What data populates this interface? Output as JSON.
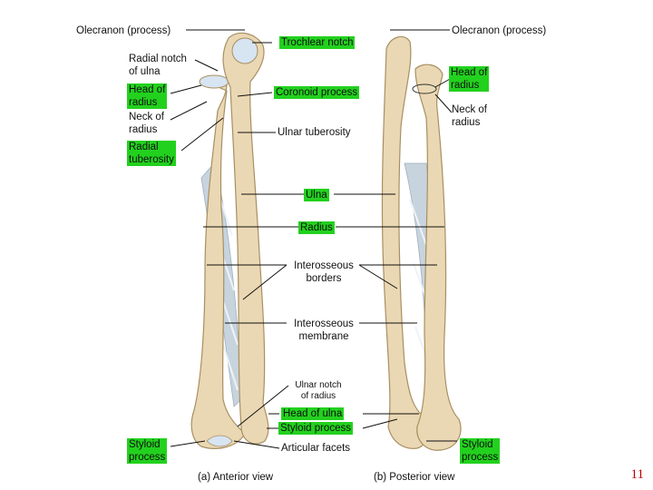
{
  "labels": {
    "olecranon_left": "Olecranon (process)",
    "trochlear_notch": "Trochlear notch",
    "olecranon_right": "Olecranon (process)",
    "radial_notch": "Radial notch\nof ulna",
    "head_radius_left": "Head of\nradius",
    "coronoid": "Coronoid process",
    "head_radius_right": "Head of\nradius",
    "neck_radius_left": "Neck of\nradius",
    "neck_radius_right": "Neck of\nradius",
    "ulnar_tuberosity": "Ulnar tuberosity",
    "radial_tuberosity": "Radial\ntuberosity",
    "ulna": "Ulna",
    "radius": "Radius",
    "interosseous_borders": "Interosseous\nborders",
    "interosseous_membrane": "Interosseous\nmembrane",
    "ulnar_notch": "Ulnar notch\nof radius",
    "head_ulna": "Head of ulna",
    "styloid_center": "Styloid process",
    "styloid_left": "Styloid\nprocess",
    "articular_facets": "Articular facets",
    "styloid_right": "Styloid\nprocess"
  },
  "captions": {
    "anterior": "(a) Anterior view",
    "posterior": "(b) Posterior view"
  },
  "page_number": "11",
  "colors": {
    "bone": "#ead8b4",
    "bone_shadow": "#c9b083",
    "membrane": "#c7d4de",
    "cartilage": "#d7e4f2",
    "highlight": "#22d11e",
    "page_number": "#c00000"
  }
}
